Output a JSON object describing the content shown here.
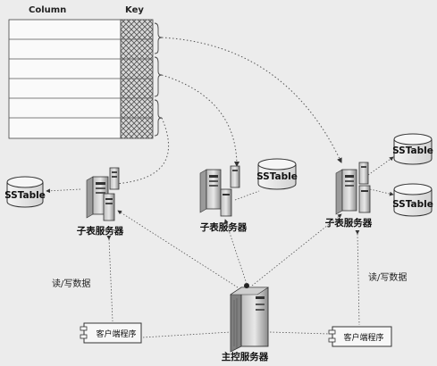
{
  "table": {
    "column_header": "Column",
    "key_header": "Key"
  },
  "sstable": "SSTable",
  "tablet_server": "子表服务器",
  "read_write": "读/写数据",
  "client": "客户端程序",
  "master": "主控服务器"
}
